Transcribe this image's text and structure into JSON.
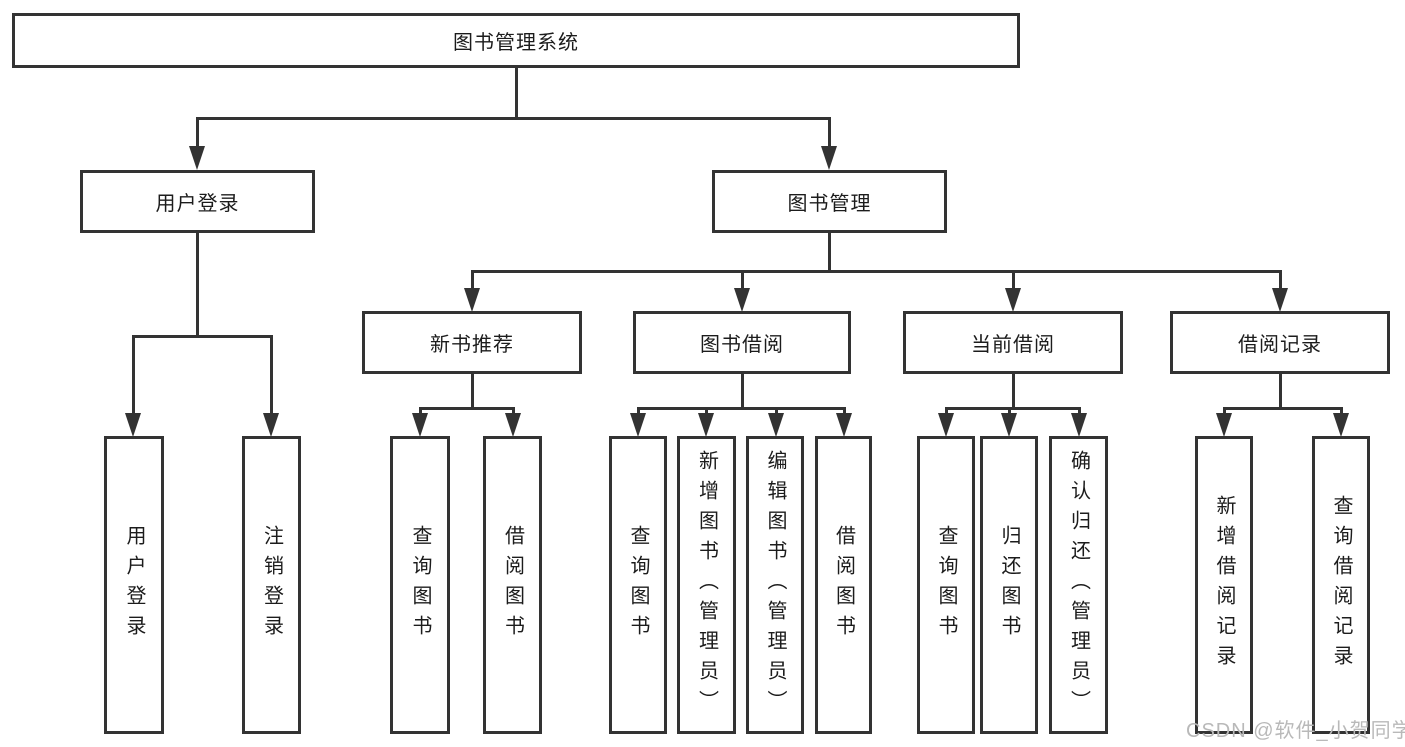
{
  "diagram_title": "图书管理系统",
  "watermark": "CSDN @软件_小贺同学",
  "colors": {
    "line": "#333333",
    "text": "#1c1c1c",
    "box_background": "#ffffff",
    "watermark": "#b9b9b9"
  },
  "nodes": {
    "root": {
      "label": "图书管理系统"
    },
    "user_login": {
      "label": "用户登录"
    },
    "book_management": {
      "label": "图书管理"
    },
    "new_book_recommend": {
      "label": "新书推荐"
    },
    "book_borrowing": {
      "label": "图书借阅"
    },
    "current_borrowing": {
      "label": "当前借阅"
    },
    "borrowing_records": {
      "label": "借阅记录"
    },
    "leaf_user_login": {
      "label": "用户登录"
    },
    "leaf_logout": {
      "label": "注销登录"
    },
    "leaf_query_books_1": {
      "label": "查询图书"
    },
    "leaf_borrow_books_1": {
      "label": "借阅图书"
    },
    "leaf_query_books_2": {
      "label": "查询图书"
    },
    "leaf_add_book_admin": {
      "label": "新增图书（管理员）"
    },
    "leaf_edit_book_admin": {
      "label": "编辑图书（管理员）"
    },
    "leaf_borrow_books_2": {
      "label": "借阅图书"
    },
    "leaf_query_books_3": {
      "label": "查询图书"
    },
    "leaf_return_book": {
      "label": "归还图书"
    },
    "leaf_confirm_return_admin": {
      "label": "确认归还（管理员）"
    },
    "leaf_add_borrow_record": {
      "label": "新增借阅记录"
    },
    "leaf_query_borrow_record": {
      "label": "查询借阅记录"
    }
  }
}
